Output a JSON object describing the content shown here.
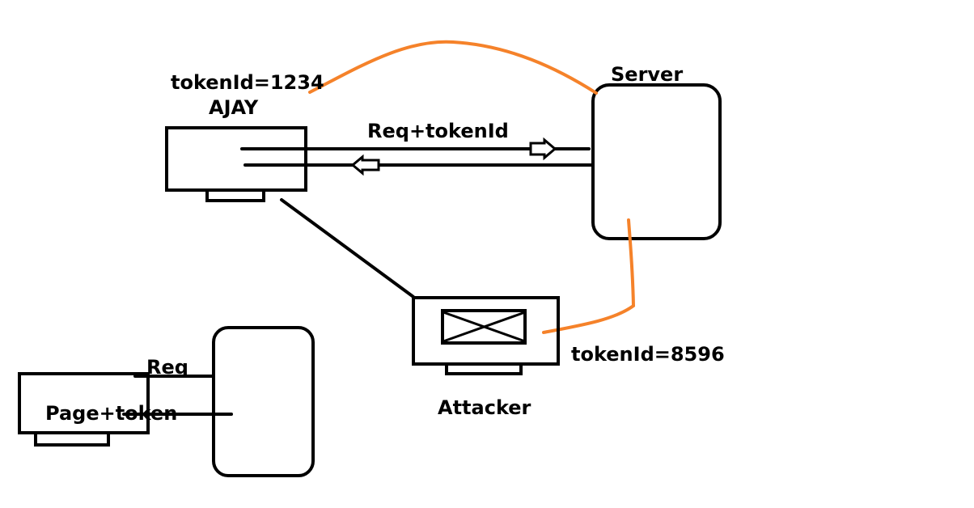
{
  "labels": {
    "ajay_token": "tokenId=1234",
    "ajay": "AJAY",
    "server": "Server",
    "request": "Req+tokenId",
    "attacker_token": "tokenId=8596",
    "attacker": "Attacker",
    "req": "Req",
    "page_token": "Page+token"
  },
  "colors": {
    "stroke": "#000000",
    "token_link": "#f5822a",
    "background": "#ffffff"
  }
}
